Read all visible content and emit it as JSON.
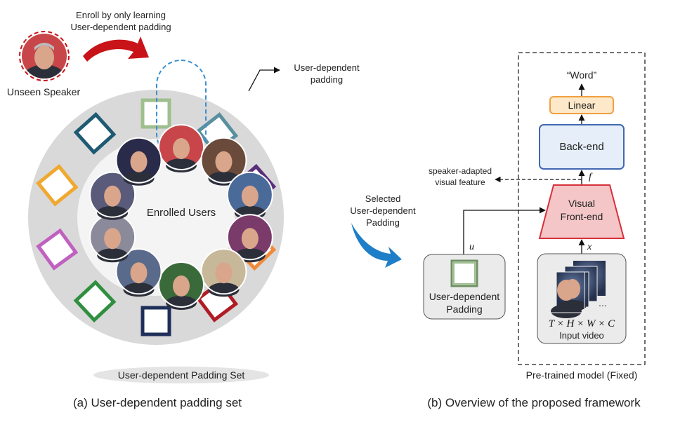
{
  "panel_a": {
    "enroll_note_line1": "Enroll by only learning",
    "enroll_note_line2": "User-dependent padding",
    "unseen_speaker_label": "Unseen Speaker",
    "callout_line1": "User-dependent",
    "callout_line2": "padding",
    "center_label": "Enrolled Users",
    "ring_caption": "User-dependent Padding Set",
    "caption": "(a) User-dependent padding set",
    "padding_colors": [
      "#9fbf8f",
      "#5a8fa0",
      "#5a2d7a",
      "#f08a3a",
      "#b01c24",
      "#1f2f5a",
      "#2f8f3e",
      "#c060c0",
      "#f0a830",
      "#1e5a72"
    ],
    "face_count": 10
  },
  "panel_b": {
    "selected_line1": "Selected",
    "selected_line2": "User-dependent",
    "selected_line3": "Padding",
    "output_word": "“Word”",
    "linear_label": "Linear",
    "backend_label": "Back-end",
    "frontend_line1": "Visual",
    "frontend_line2": "Front-end",
    "speaker_feature_line1": "speaker-adapted",
    "speaker_feature_line2": "visual feature",
    "f_symbol": "f",
    "u_symbol": "u",
    "x_symbol": "x",
    "padding_box_line1": "User-dependent",
    "padding_box_line2": "Padding",
    "video_dims": "T × H × W × C",
    "video_label": "Input video",
    "pretrained_label": "Pre-trained model (Fixed)",
    "caption": "(b) Overview of the proposed framework",
    "colors": {
      "linear_fill": "#fde9c9",
      "linear_stroke": "#f0a040",
      "backend_fill": "#e6eefa",
      "backend_stroke": "#3f68b0",
      "frontend_fill": "#f4c6c8",
      "frontend_stroke": "#d9303a",
      "arrow_blue": "#1e7fc8",
      "arrow_red": "#c81418"
    }
  }
}
